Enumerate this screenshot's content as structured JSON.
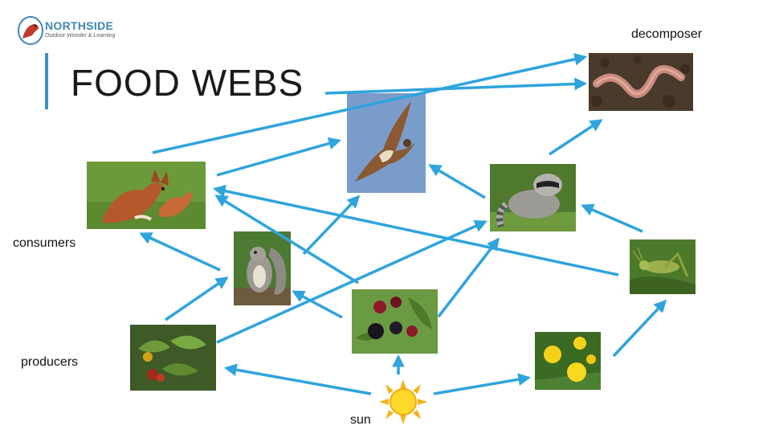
{
  "logo": {
    "name": "NORTHSIDE",
    "tagline": "Outdoor Wonder & Learning",
    "accent": "#3f86b8"
  },
  "title": "FOOD WEBS",
  "labels": {
    "decomposer": "decomposer",
    "consumers": "consumers",
    "producers": "producers",
    "sun": "sun"
  },
  "organisms": [
    {
      "name": "worm"
    },
    {
      "name": "hawk"
    },
    {
      "name": "foxes"
    },
    {
      "name": "raccoon"
    },
    {
      "name": "squirrel"
    },
    {
      "name": "grasshopper"
    },
    {
      "name": "berries"
    },
    {
      "name": "oak-plant"
    },
    {
      "name": "dandelions"
    },
    {
      "name": "sun"
    }
  ],
  "colors": {
    "arrow": "#2fa4dc",
    "title_bar": "#3a8fc7"
  }
}
